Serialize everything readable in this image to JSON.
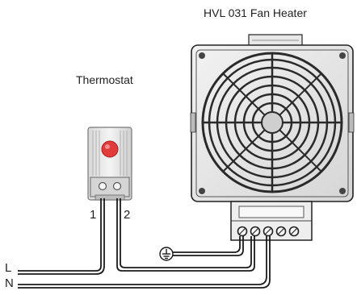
{
  "labels": {
    "heater": "HVL 031 Fan Heater",
    "thermostat": "Thermostat",
    "terminal_1": "1",
    "terminal_2": "2",
    "line_L": "L",
    "line_N": "N"
  },
  "icons": {
    "ground": "ground-icon",
    "fan_grill": "fan-grill-icon",
    "thermostat_dial": "thermostat-dial-icon"
  },
  "colors": {
    "line": "#1a1a1a",
    "device_body": "#f0f0f0",
    "device_shade": "#c8c8c8",
    "grill": "#333333",
    "dial": "#e23b3b"
  }
}
